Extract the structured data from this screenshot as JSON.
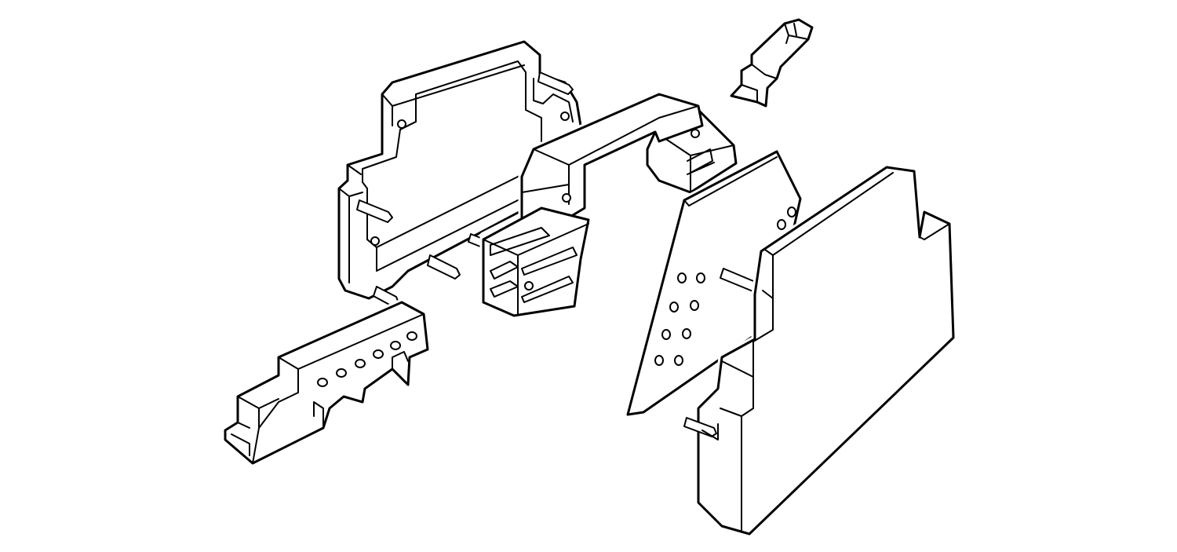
{
  "diagram": {
    "kind": "exploded-assembly-line-drawing",
    "colors": {
      "background": "#ffffff",
      "outline": "#000000",
      "fill": "#ffffff"
    },
    "parts": [
      {
        "id": "rear-frame",
        "icon": "housing-frame-icon"
      },
      {
        "id": "top-bridge",
        "icon": "bridge-bracket-icon"
      },
      {
        "id": "terminal-block",
        "icon": "terminal-block-icon"
      },
      {
        "id": "contact-spring",
        "icon": "spring-clip-icon"
      },
      {
        "id": "circuit-board",
        "icon": "pcb-icon"
      },
      {
        "id": "front-cover",
        "icon": "cover-plate-icon"
      }
    ]
  }
}
